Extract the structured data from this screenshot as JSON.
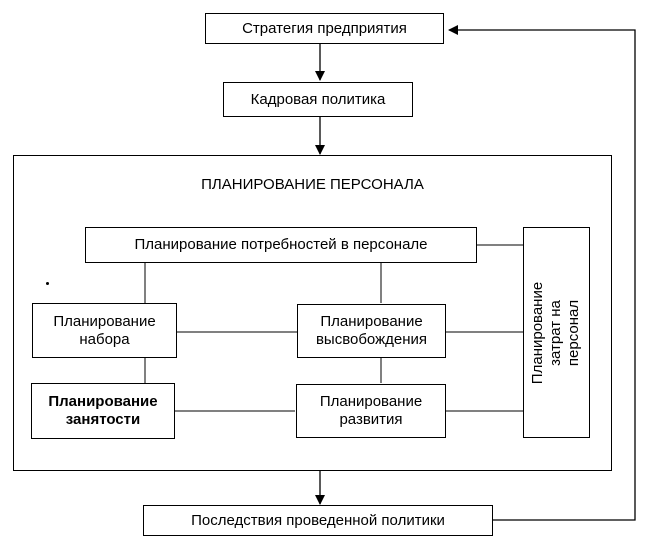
{
  "diagram": {
    "nodes": {
      "strategy": "Стратегия предприятия",
      "hr_policy": "Кадровая политика",
      "container_title": "ПЛАНИРОВАНИЕ ПЕРСОНАЛА",
      "needs": "Планирование потребностей в персонале",
      "recruitment_line1": "Планирование",
      "recruitment_line2": "набора",
      "release_line1": "Планирование",
      "release_line2": "высвобождения",
      "employment_line1": "Планирование",
      "employment_line2": "занятости",
      "development_line1": "Планирование",
      "development_line2": "развития",
      "costs_line1": "Планирование",
      "costs_line2": "затрат на",
      "costs_line3": "персонал",
      "consequences": "Последствия проведенной политики"
    },
    "edges": [
      {
        "from": "strategy",
        "to": "hr_policy",
        "type": "arrow"
      },
      {
        "from": "hr_policy",
        "to": "personnel_planning",
        "type": "arrow"
      },
      {
        "from": "personnel_planning",
        "to": "consequences",
        "type": "arrow"
      },
      {
        "from": "consequences",
        "to": "strategy",
        "type": "feedback-arrow"
      },
      {
        "from": "needs",
        "to": "recruitment",
        "type": "line"
      },
      {
        "from": "needs",
        "to": "release",
        "type": "line"
      },
      {
        "from": "needs",
        "to": "costs",
        "type": "line"
      },
      {
        "from": "recruitment",
        "to": "release",
        "type": "line"
      },
      {
        "from": "release",
        "to": "costs",
        "type": "line"
      },
      {
        "from": "recruitment",
        "to": "employment",
        "type": "line"
      },
      {
        "from": "release",
        "to": "development",
        "type": "line"
      },
      {
        "from": "employment",
        "to": "development",
        "type": "line"
      },
      {
        "from": "development",
        "to": "costs",
        "type": "line"
      }
    ]
  }
}
